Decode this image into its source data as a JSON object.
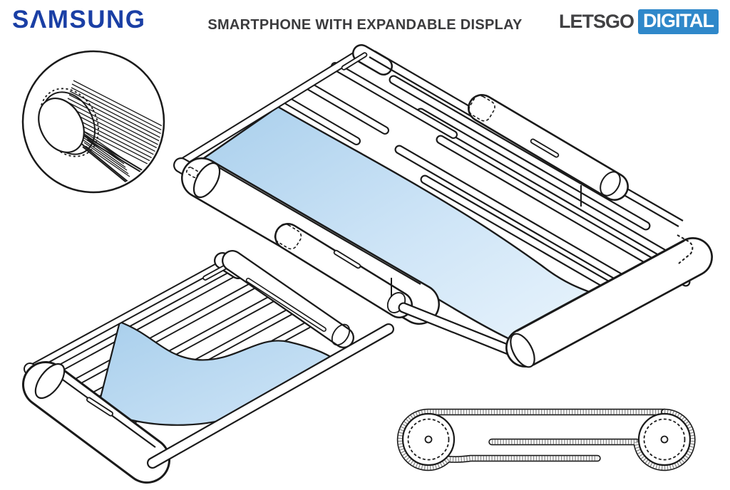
{
  "header": {
    "samsung_logo": "SΛMSUNG",
    "title": "SMARTPHONE WITH EXPANDABLE DISPLAY",
    "letsgo": "LETSGO",
    "digital": "DIGITAL"
  },
  "colors": {
    "samsung_blue": "#1a3fa5",
    "title_gray": "#3b3b3d",
    "letsgo_gray": "#414143",
    "digital_blue": "#2f88ca",
    "line": "#1a1a1a",
    "background": "#ffffff",
    "display_gradient_start": "#a9cfec",
    "display_gradient_mid": "#cfe5f7",
    "display_gradient_end": "#e9f4fc"
  }
}
